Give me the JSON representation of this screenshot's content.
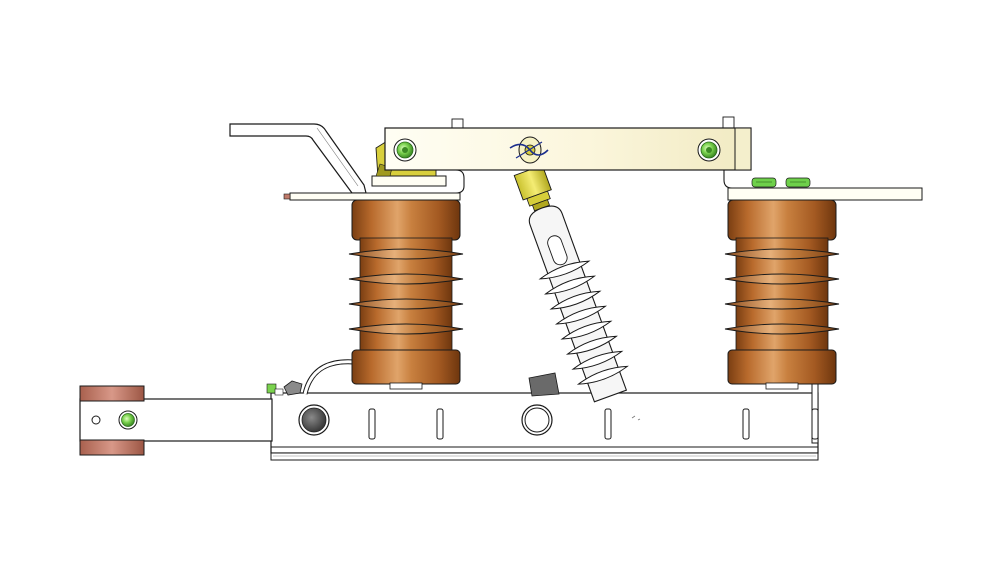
{
  "drawing": {
    "colors": {
      "background": "#ffffff",
      "outline": "#1a1a1a",
      "insulator_light": "#e0a46a",
      "insulator_mid": "#b86a2c",
      "insulator_dark": "#7a3e12",
      "cream_light": "#fffef0",
      "cream_mid": "#f4efcc",
      "brass": "#e6dc4c",
      "brass_dark": "#8c8a1c",
      "bolt_green": "#56c03a",
      "bolt_highlight": "#c8f0a0",
      "clamp_pink": "#c07a6a",
      "frame_fill": "#ffffff",
      "arrester_body": "#f6f6f6",
      "dark_knob": "#5a5a5a",
      "pin_blue": "#1b2e8c"
    },
    "parts": {
      "insulator_count": 2,
      "insulator_shed_count": 4,
      "arrester_spring_turns": 8,
      "frame_slot_count": 6
    }
  }
}
